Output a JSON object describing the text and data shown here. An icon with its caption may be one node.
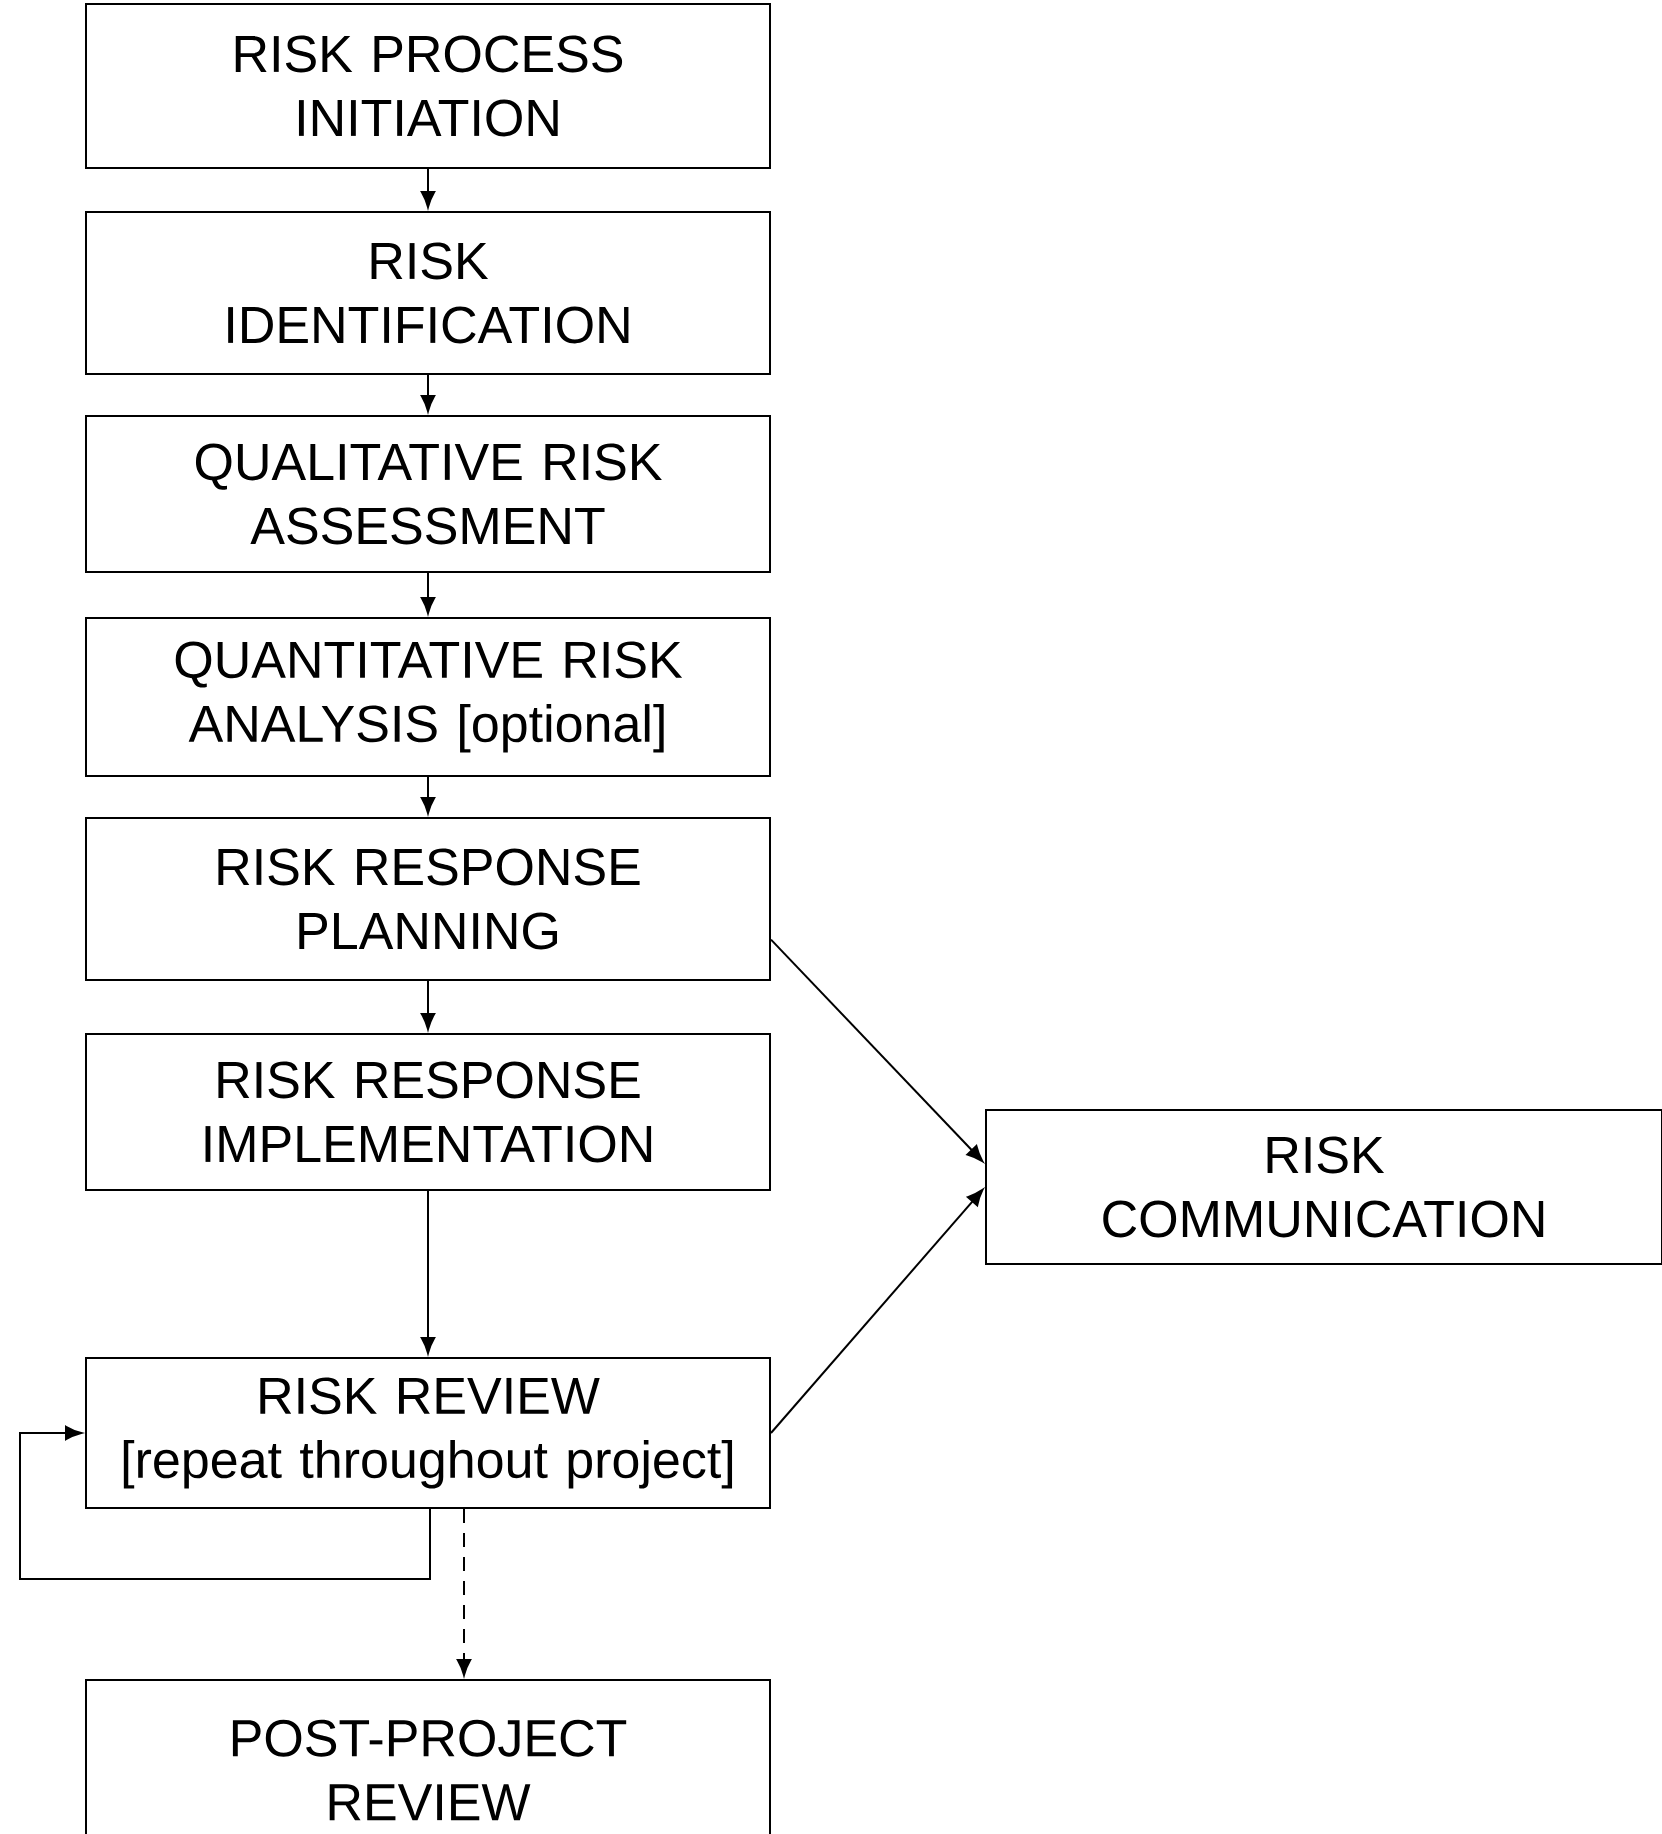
{
  "diagram": {
    "nodes": [
      {
        "text": [
          "RISK PROCESS INITIATION"
        ]
      },
      {
        "text": [
          "RISK IDENTIFICATION"
        ]
      },
      {
        "text": [
          "QUALITATIVE RISK ASSESSMENT"
        ]
      },
      {
        "text": [
          "QUANTITATIVE RISK ANALYSIS [optional]"
        ]
      },
      {
        "text": [
          "RISK RESPONSE PLANNING"
        ]
      },
      {
        "text": [
          "RISK RESPONSE IMPLEMENTATION"
        ]
      },
      {
        "text": [
          "RISK REVIEW",
          "[repeat throughout project]"
        ]
      },
      {
        "text": [
          "POST-PROJECT REVIEW"
        ]
      },
      {
        "text": [
          "RISK COMMUNICATION"
        ]
      }
    ],
    "edges": [
      {
        "from": 0,
        "to": 1,
        "arrow": "to"
      },
      {
        "from": 1,
        "to": 2,
        "arrow": "to"
      },
      {
        "from": 2,
        "to": 3,
        "arrow": "to"
      },
      {
        "from": 3,
        "to": 4,
        "arrow": "to"
      },
      {
        "from": 4,
        "to": 5,
        "arrow": "to"
      },
      {
        "from": 5,
        "to": 6,
        "arrow": "to"
      },
      {
        "from": 4,
        "to": 8,
        "arrow": "to"
      },
      {
        "from": 6,
        "to": 8,
        "arrow": "to"
      },
      {
        "from": 6,
        "to": 6,
        "arrow": "to"
      },
      {
        "from": 6,
        "to": 7,
        "arrow": "to",
        "style": "dashed"
      }
    ]
  }
}
